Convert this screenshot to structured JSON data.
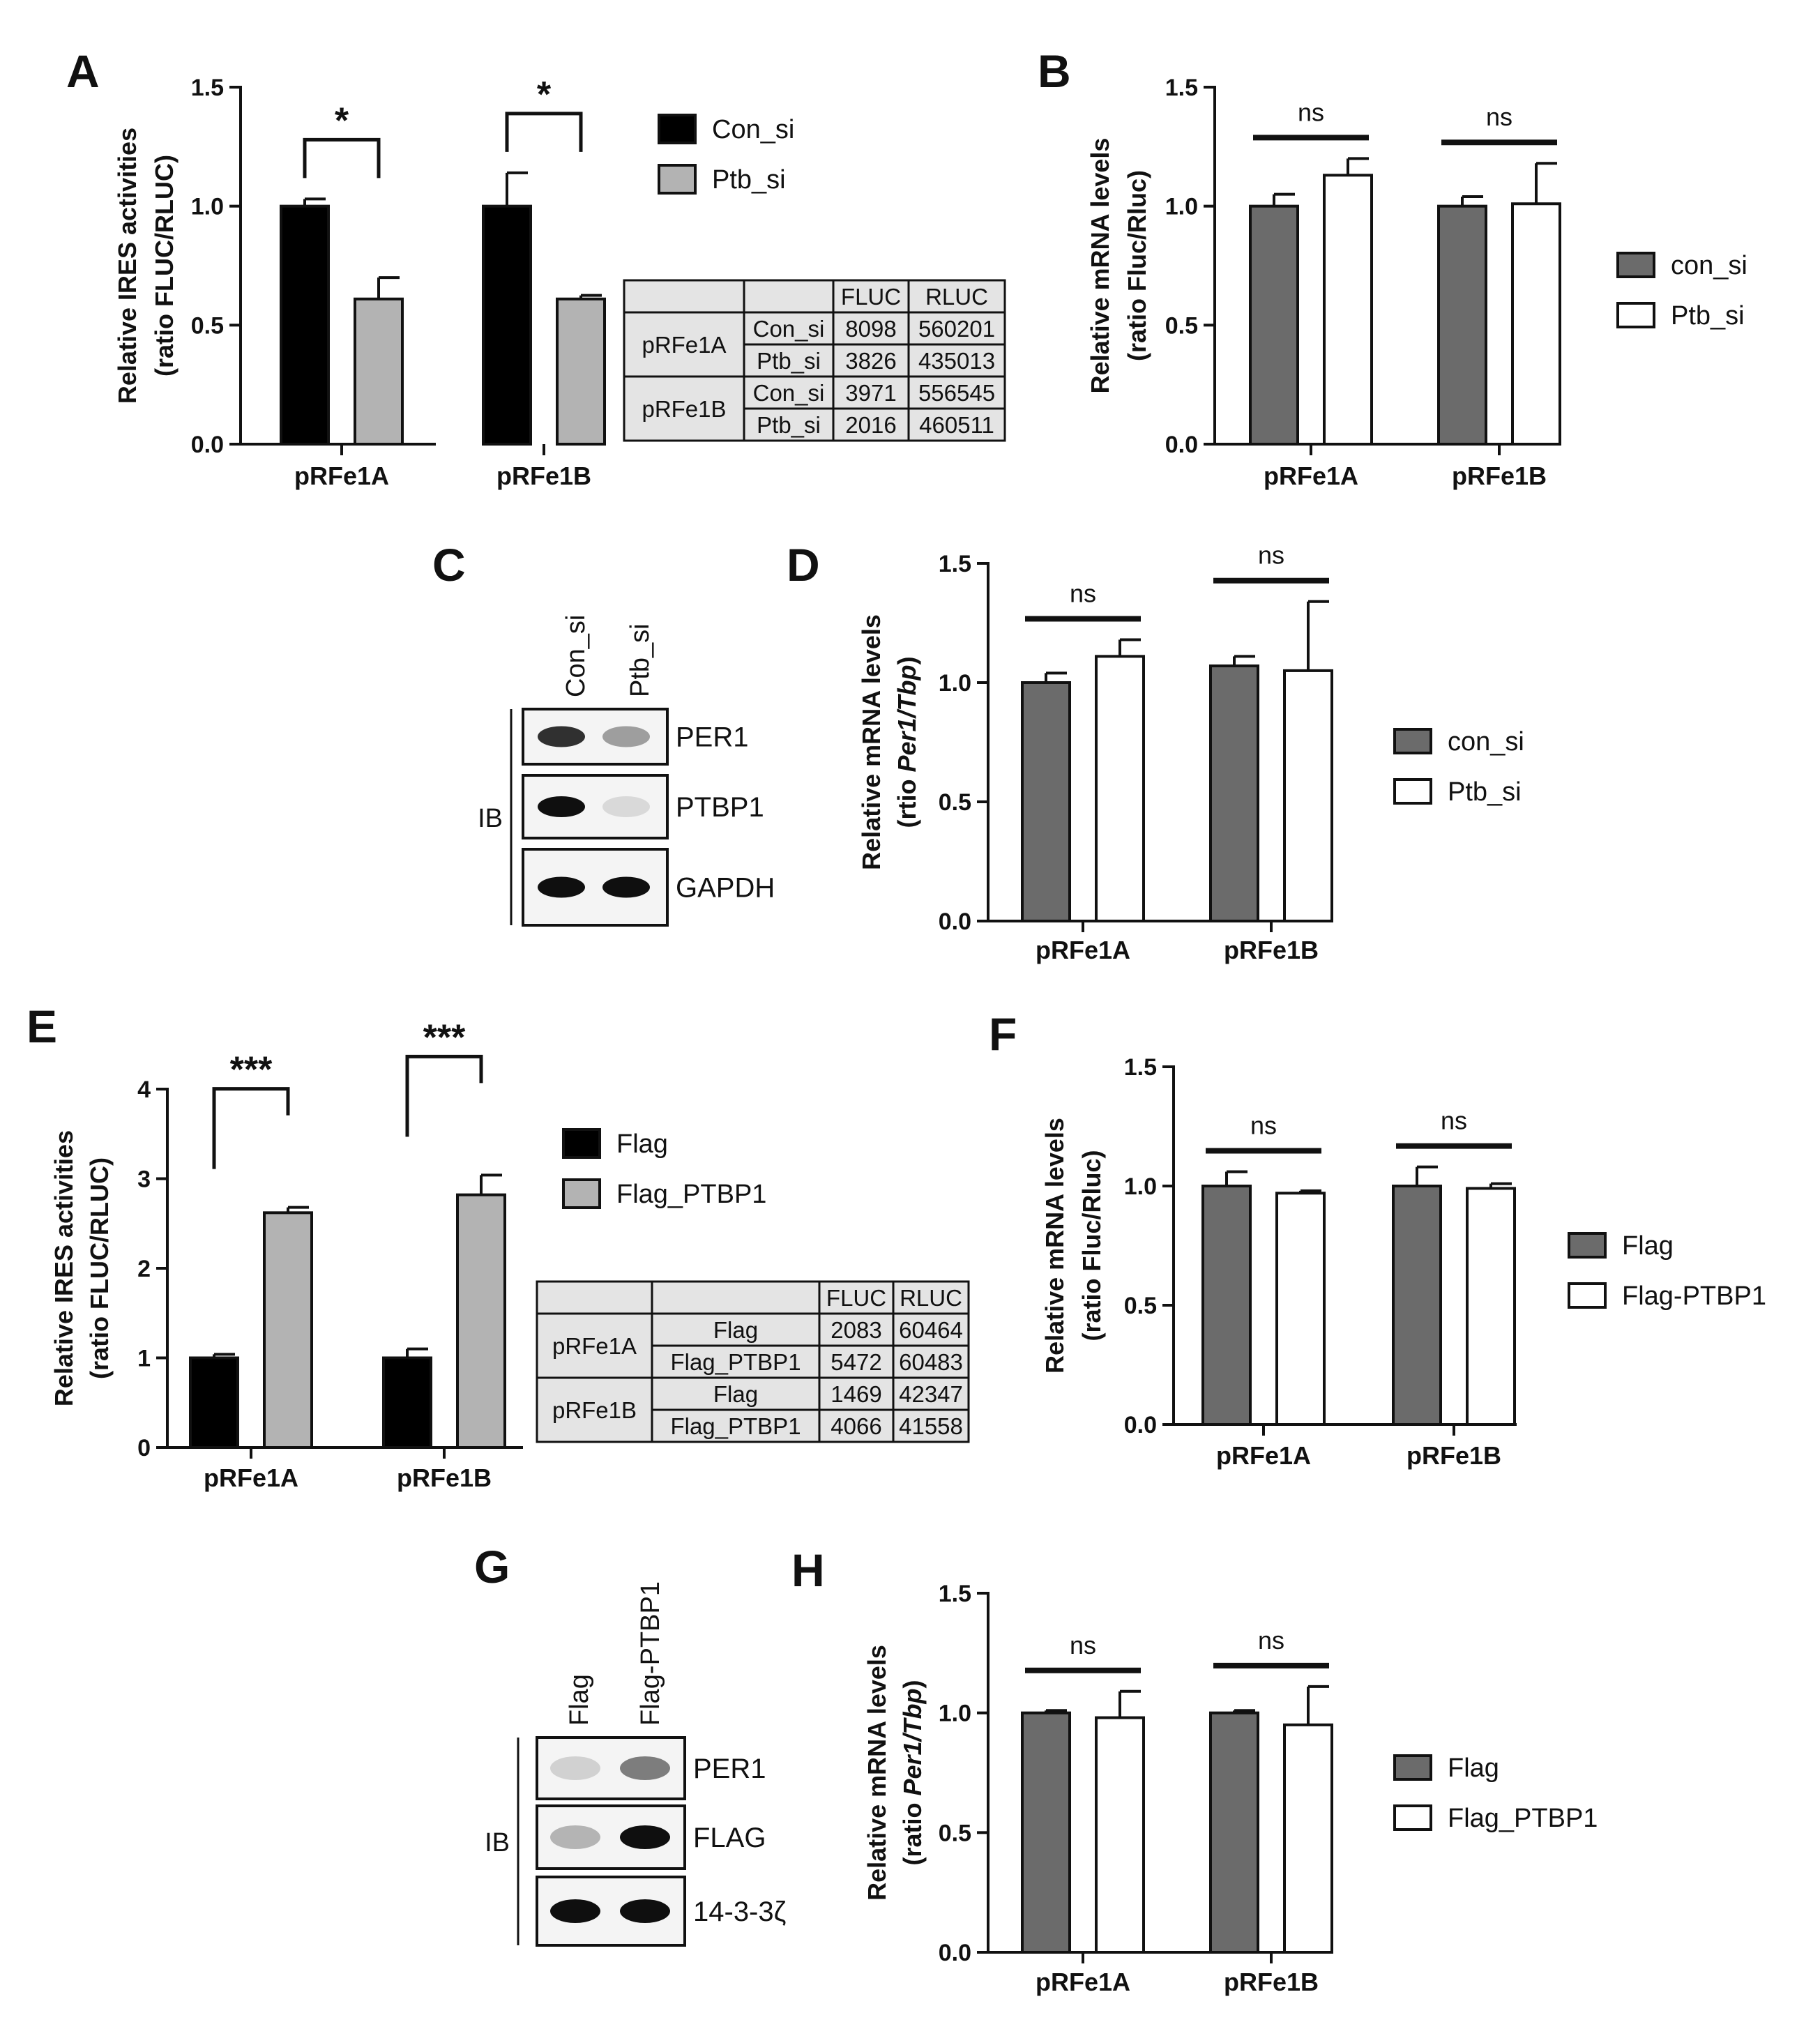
{
  "panels": [
    {
      "id": "A",
      "kind": "bar",
      "letter": "A",
      "ylabel1": "Relative IRES activities",
      "ylabel2": "(ratio FLUC/RLUC)",
      "ymax": 1.5,
      "ticks": [
        "0.0",
        "0.5",
        "1.0",
        "1.5"
      ],
      "tickvals": [
        0,
        0.5,
        1.0,
        1.5
      ],
      "categories": [
        "pRFe1A",
        "pRFe1B"
      ],
      "series": [
        {
          "name": "Con_si",
          "color": "#000000",
          "values": [
            1.0,
            1.0
          ],
          "err": [
            0.03,
            0.14
          ]
        },
        {
          "name": "Ptb_si",
          "color": "#b3b3b3",
          "values": [
            0.61,
            0.61
          ],
          "err": [
            0.09,
            0.015
          ]
        }
      ],
      "sig": [
        "*",
        "*"
      ],
      "sigstyle": "bracket"
    },
    {
      "id": "B",
      "kind": "bar",
      "letter": "B",
      "ylabel1": "Relative mRNA levels",
      "ylabel2": "(ratio Fluc/Rluc)",
      "ymax": 1.5,
      "ticks": [
        "0.0",
        "0.5",
        "1.0",
        "1.5"
      ],
      "tickvals": [
        0,
        0.5,
        1.0,
        1.5
      ],
      "categories": [
        "pRFe1A",
        "pRFe1B"
      ],
      "series": [
        {
          "name": "con_si",
          "color": "#6b6b6b",
          "values": [
            1.0,
            1.0
          ],
          "err": [
            0.05,
            0.04
          ]
        },
        {
          "name": "Ptb_si",
          "color": "#ffffff",
          "values": [
            1.13,
            1.01
          ],
          "err": [
            0.07,
            0.17
          ]
        }
      ],
      "sig": [
        "ns",
        "ns"
      ],
      "sigstyle": "line"
    },
    {
      "id": "D",
      "kind": "bar",
      "letter": "D",
      "ylabel1": "Relative mRNA levels",
      "ylabel2pre": "(rtio ",
      "ylabel2it": "Per1/Tbp",
      "ylabel2post": ")",
      "ymax": 1.5,
      "ticks": [
        "0.0",
        "0.5",
        "1.0",
        "1.5"
      ],
      "tickvals": [
        0,
        0.5,
        1.0,
        1.5
      ],
      "categories": [
        "pRFe1A",
        "pRFe1B"
      ],
      "series": [
        {
          "name": "con_si",
          "color": "#6b6b6b",
          "values": [
            1.0,
            1.07
          ],
          "err": [
            0.04,
            0.04
          ]
        },
        {
          "name": "Ptb_si",
          "color": "#ffffff",
          "values": [
            1.11,
            1.05
          ],
          "err": [
            0.07,
            0.29
          ]
        }
      ],
      "sig": [
        "ns",
        "ns"
      ],
      "sigstyle": "line"
    },
    {
      "id": "E",
      "kind": "bar",
      "letter": "E",
      "ylabel1": "Relative IRES activities",
      "ylabel2": "(ratio FLUC/RLUC)",
      "ymax": 4,
      "ticks": [
        "0",
        "1",
        "2",
        "3",
        "4"
      ],
      "tickvals": [
        0,
        1,
        2,
        3,
        4
      ],
      "categories": [
        "pRFe1A",
        "pRFe1B"
      ],
      "series": [
        {
          "name": "Flag",
          "color": "#000000",
          "values": [
            1.0,
            1.0
          ],
          "err": [
            0.04,
            0.1
          ]
        },
        {
          "name": "Flag_PTBP1",
          "color": "#b3b3b3",
          "values": [
            2.62,
            2.82
          ],
          "err": [
            0.06,
            0.22
          ]
        }
      ],
      "sig": [
        "***",
        "***"
      ],
      "sigstyle": "bracket"
    },
    {
      "id": "F",
      "kind": "bar",
      "letter": "F",
      "ylabel1": "Relative mRNA levels",
      "ylabel2": "(ratio Fluc/Rluc)",
      "ymax": 1.5,
      "ticks": [
        "0.0",
        "0.5",
        "1.0",
        "1.5"
      ],
      "tickvals": [
        0,
        0.5,
        1.0,
        1.5
      ],
      "categories": [
        "pRFe1A",
        "pRFe1B"
      ],
      "series": [
        {
          "name": "Flag",
          "color": "#6b6b6b",
          "values": [
            1.0,
            1.0
          ],
          "err": [
            0.06,
            0.08
          ]
        },
        {
          "name": "Flag-PTBP1",
          "color": "#ffffff",
          "values": [
            0.97,
            0.99
          ],
          "err": [
            0.01,
            0.02
          ]
        }
      ],
      "sig": [
        "ns",
        "ns"
      ],
      "sigstyle": "line"
    },
    {
      "id": "H",
      "kind": "bar",
      "letter": "H",
      "ylabel1": "Relative mRNA levels",
      "ylabel2pre": "(ratio ",
      "ylabel2it": "Per1/Tbp",
      "ylabel2post": ")",
      "ymax": 1.5,
      "ticks": [
        "0.0",
        "0.5",
        "1.0",
        "1.5"
      ],
      "tickvals": [
        0,
        0.5,
        1.0,
        1.5
      ],
      "categories": [
        "pRFe1A",
        "pRFe1B"
      ],
      "series": [
        {
          "name": "Flag",
          "color": "#6b6b6b",
          "values": [
            1.0,
            1.0
          ],
          "err": [
            0.01,
            0.01
          ]
        },
        {
          "name": "Flag_PTBP1",
          "color": "#ffffff",
          "values": [
            0.98,
            0.95
          ],
          "err": [
            0.11,
            0.16
          ]
        }
      ],
      "sig": [
        "ns",
        "ns"
      ],
      "sigstyle": "line"
    }
  ],
  "tableA": {
    "header": [
      "",
      "",
      "FLUC",
      "RLUC"
    ],
    "rows": [
      [
        "pRFe1A",
        "Con_si",
        "8098",
        "560201"
      ],
      [
        "",
        "Ptb_si",
        "3826",
        "435013"
      ],
      [
        "pRFe1B",
        "Con_si",
        "3971",
        "556545"
      ],
      [
        "",
        "Ptb_si",
        "2016",
        "460511"
      ]
    ]
  },
  "tableE": {
    "header": [
      "",
      "",
      "FLUC",
      "RLUC"
    ],
    "rows": [
      [
        "pRFe1A",
        "Flag",
        "2083",
        "60464"
      ],
      [
        "",
        "Flag_PTBP1",
        "5472",
        "60483"
      ],
      [
        "pRFe1B",
        "Flag",
        "1469",
        "42347"
      ],
      [
        "",
        "Flag_PTBP1",
        "4066",
        "41558"
      ]
    ]
  },
  "blotC": {
    "letter": "C",
    "lanes": [
      "Con_si",
      "Ptb_si"
    ],
    "ib": "IB",
    "bands": [
      {
        "label": "PER1",
        "lane_intensity": [
          0.85,
          0.35
        ]
      },
      {
        "label": "PTBP1",
        "lane_intensity": [
          1.0,
          0.08
        ]
      },
      {
        "label": "GAPDH",
        "lane_intensity": [
          1.0,
          1.0
        ]
      }
    ]
  },
  "blotG": {
    "letter": "G",
    "lanes": [
      "Flag",
      "Flag-PTBP1"
    ],
    "ib": "IB",
    "bands": [
      {
        "label": "PER1",
        "lane_intensity": [
          0.12,
          0.5
        ]
      },
      {
        "label": "FLAG",
        "lane_intensity": [
          0.25,
          1.0
        ]
      },
      {
        "label": "14-3-3ζ",
        "lane_intensity": [
          1.0,
          1.0
        ]
      }
    ]
  }
}
